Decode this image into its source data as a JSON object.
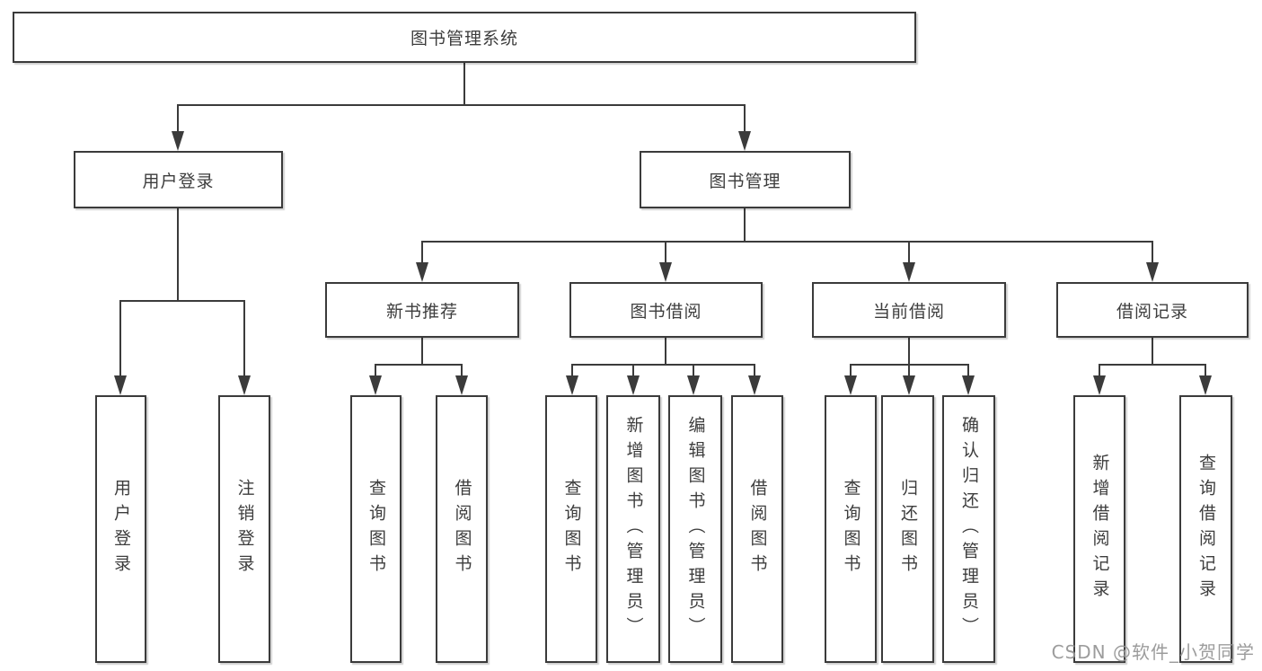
{
  "tree": {
    "root": "图书管理系统",
    "user_login": {
      "label": "用户登录",
      "children": [
        "用户登录",
        "注销登录"
      ]
    },
    "book_mgmt": {
      "label": "图书管理",
      "sections": [
        {
          "label": "新书推荐",
          "children": [
            "查询图书",
            "借阅图书"
          ]
        },
        {
          "label": "图书借阅",
          "children": [
            "查询图书",
            "新增图书（管理员）",
            "编辑图书（管理员）",
            "借阅图书"
          ]
        },
        {
          "label": "当前借阅",
          "children": [
            "查询图书",
            "归还图书",
            "确认归还（管理员）"
          ]
        },
        {
          "label": "借阅记录",
          "children": [
            "新增借阅记录",
            "查询借阅记录"
          ]
        }
      ]
    }
  },
  "watermark": {
    "text": "CSDN @软件_小贺同学"
  },
  "colors": {
    "line": "#3b3b3b",
    "box_border": "#3b3b3b",
    "text": "#3d3d3d",
    "watermark": "#949494",
    "background": "#ffffff"
  }
}
